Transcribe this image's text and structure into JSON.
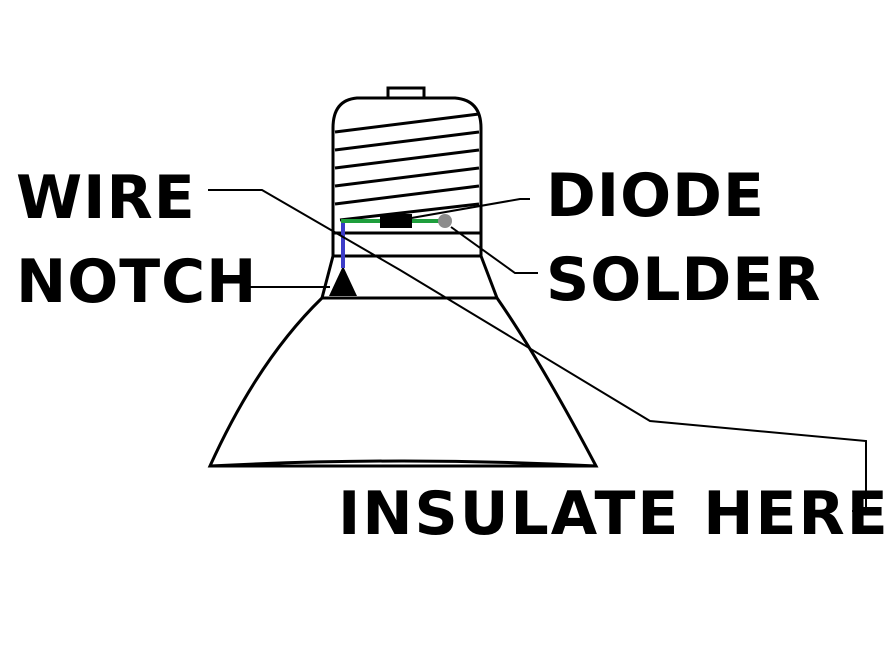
{
  "labels": {
    "wire": "WIRE",
    "notch": "NOTCH",
    "diode": "DIODE",
    "solder": "SOLDER",
    "insulate": "INSULATE HERE"
  },
  "colors": {
    "ink": "#000000",
    "background": "#ffffff",
    "wire_vertical": "#3c3cc8",
    "wire_horizontal": "#1e9e3c",
    "solder_dot": "#8c8c8c"
  }
}
